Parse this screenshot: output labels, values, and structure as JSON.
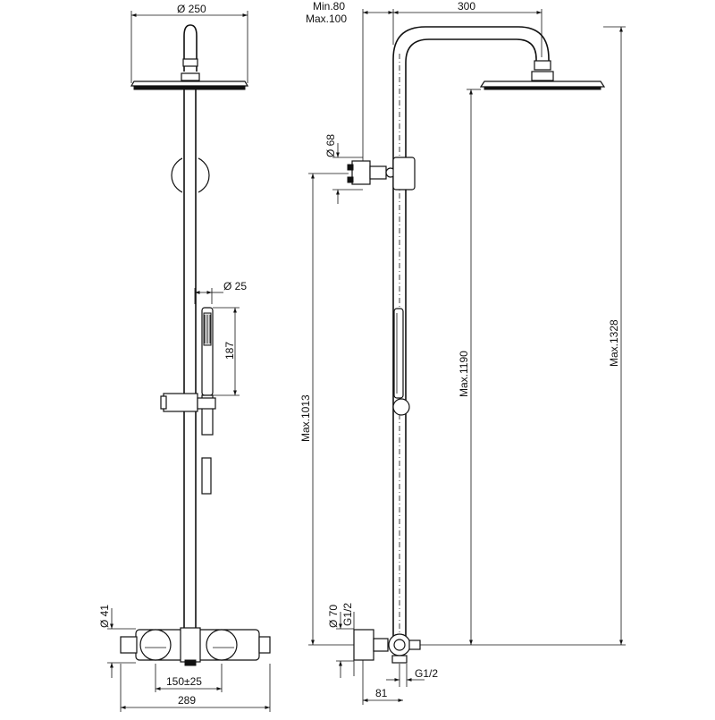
{
  "dimensions": {
    "head_diameter": "Ø 250",
    "min_offset": "Min.80",
    "max_offset": "Max.100",
    "arm_length": "300",
    "holder_diameter": "Ø 68",
    "hand_diameter": "Ø 25",
    "hand_length": "187",
    "max_1013": "Max.1013",
    "max_1190": "Max.1190",
    "max_1328": "Max.1328",
    "mixer_diameter": "Ø 41",
    "escutcheon_diameter": "Ø 70",
    "inlet_thread_upper": "G1/2",
    "inlet_thread_lower": "G1/2",
    "center_distance": "150±25",
    "mixer_width": "289",
    "mixer_depth": "81"
  },
  "colors": {
    "line": "#111111",
    "background": "#ffffff"
  }
}
